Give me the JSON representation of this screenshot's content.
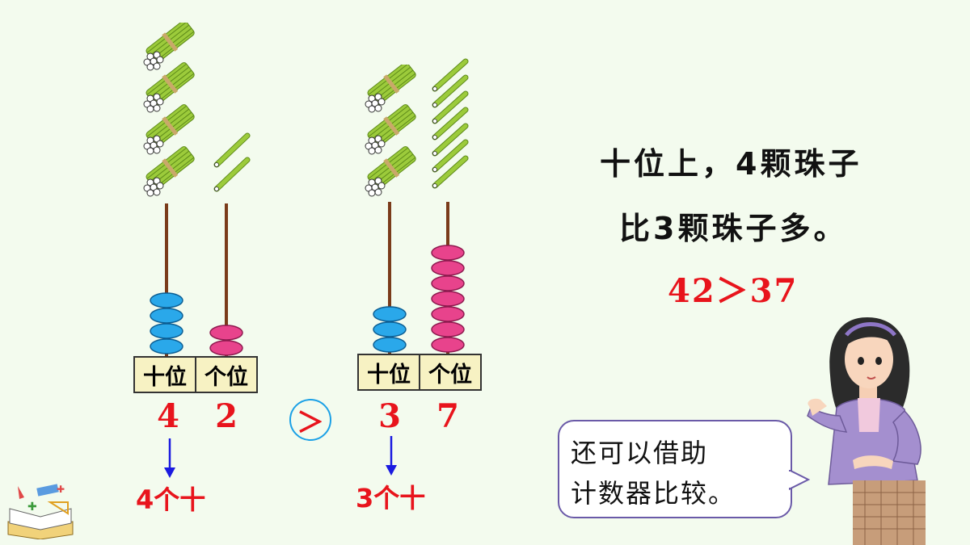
{
  "left_abacus": {
    "place_labels": [
      "十位",
      "个位"
    ],
    "digits": [
      "4",
      "2"
    ],
    "tens_label": "4个十",
    "tens_beads": 4,
    "ones_beads": 2
  },
  "right_abacus": {
    "place_labels": [
      "十位",
      "个位"
    ],
    "digits": [
      "3",
      "7"
    ],
    "tens_label": "3个十",
    "tens_beads": 3,
    "ones_beads": 7
  },
  "comparison_symbol": "＞",
  "statement": {
    "line1": "十位上，4颗珠子",
    "line2": "比3颗珠子多。",
    "result": "42＞37"
  },
  "speech_bubble": {
    "line1": "还可以借助",
    "line2": "计数器比较。"
  },
  "colors": {
    "red": "#e8141c",
    "blue_bead": "#2aa8ea",
    "pink_bead": "#e8438c",
    "rod": "#7a3b1a",
    "stick": "#9ccb3b",
    "label_bg": "#f7f2c3"
  },
  "icons": [
    "bundle-of-ten-sticks-icon",
    "single-stick-icon",
    "down-arrow-icon",
    "math-book-icon",
    "teacher-illustration"
  ]
}
